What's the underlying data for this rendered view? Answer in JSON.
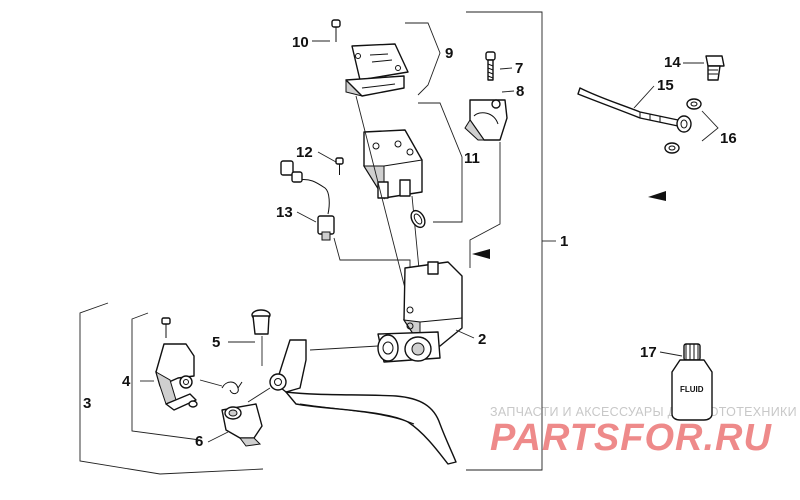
{
  "callouts": {
    "n1": "1",
    "n2": "2",
    "n3": "3",
    "n4": "4",
    "n5": "5",
    "n6": "6",
    "n7": "7",
    "n8": "8",
    "n9": "9",
    "n10": "10",
    "n11": "11",
    "n12": "12",
    "n13": "13",
    "n14": "14",
    "n15": "15",
    "n16": "16",
    "n17": "17"
  },
  "bottle_label": "FLUID",
  "watermark": {
    "top_text": "ЗАПЧАСТИ И АКСЕССУАРЫ ДЛЯ МОТОТЕХНИКИ",
    "brand_text": "PARTSFOR.RU",
    "brand_color": "#ee8a8a"
  }
}
